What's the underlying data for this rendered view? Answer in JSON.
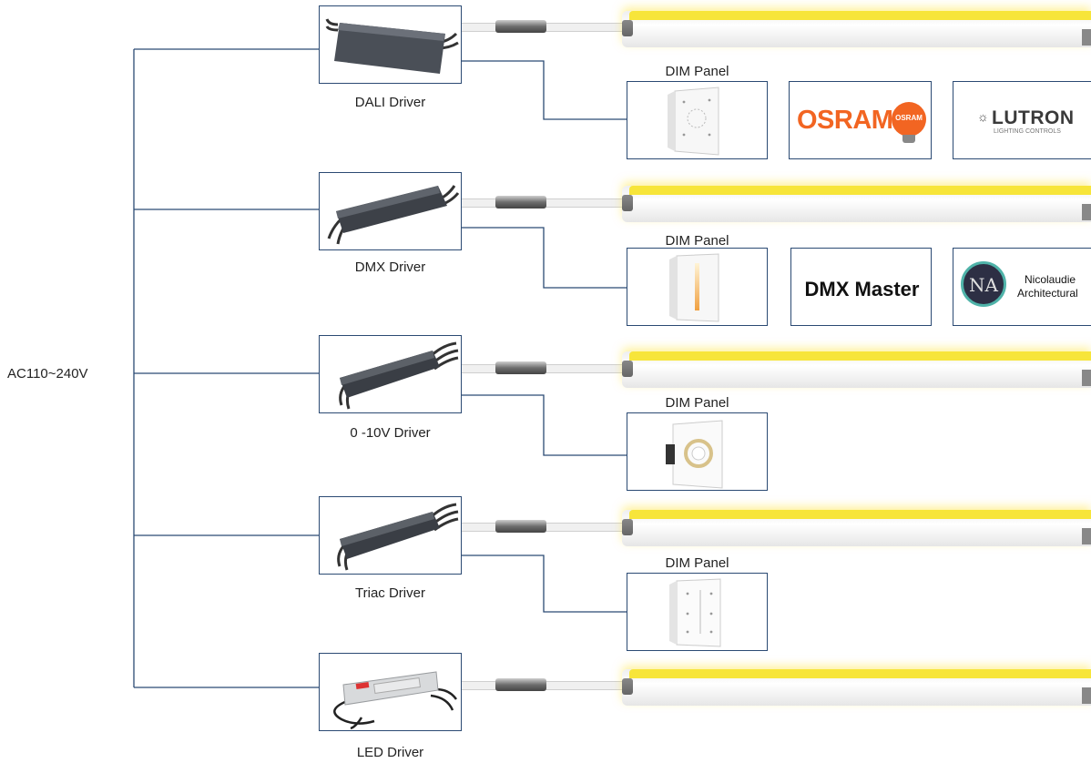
{
  "power_source": {
    "label": "AC110~240V"
  },
  "branches": [
    {
      "driver_label": "DALI Driver",
      "panel_label": "DIM Panel"
    },
    {
      "driver_label": "DMX Driver",
      "panel_label": "DIM Panel"
    },
    {
      "driver_label": "0 -10V Driver",
      "panel_label": "DIM Panel"
    },
    {
      "driver_label": "Triac Driver",
      "panel_label": "DIM Panel"
    },
    {
      "driver_label": "LED Driver"
    }
  ],
  "brands": {
    "osram": "OSRAM",
    "osram_badge": "OSRAM",
    "lutron": "LUTRON",
    "lutron_sub": "LIGHTING CONTROLS",
    "dmx_master": "DMX Master",
    "nicolaudie_mark": "NA",
    "nicolaudie_line1": "Nicolaudie",
    "nicolaudie_line2": "Architectural"
  },
  "colors": {
    "connector_line": "#2b4a73",
    "led_glow": "#f7e53a",
    "osram_orange": "#f26522"
  }
}
